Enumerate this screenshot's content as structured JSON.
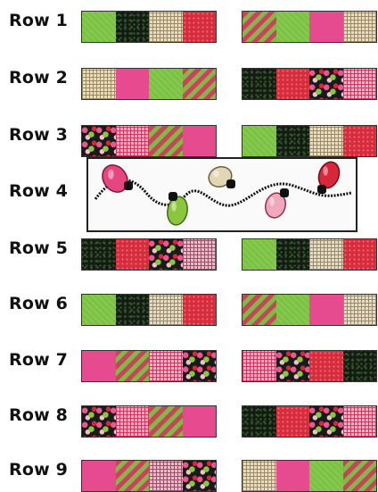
{
  "labels": [
    "Row 1",
    "Row 2",
    "Row 3",
    "Row 4",
    "Row 5",
    "Row 6",
    "Row 7",
    "Row 8",
    "Row 9"
  ],
  "fabrics": {
    "G": {
      "name": "green-fabric",
      "base": "#7cc242",
      "pattern": "tint"
    },
    "B": {
      "name": "black-fabric",
      "base": "#161a14",
      "pattern": "dots",
      "dot": "#2f5a27"
    },
    "T": {
      "name": "tan-check-fabric",
      "base": "#e8dcc2",
      "pattern": "grid",
      "line": "#9a8a62"
    },
    "R": {
      "name": "red-fabric",
      "base": "#d62c3c",
      "pattern": "specks",
      "dot": "#ef7080"
    },
    "S": {
      "name": "stripe-fabric",
      "base": "#c5455a",
      "pattern": "stripe",
      "alt": "#88b54a"
    },
    "P": {
      "name": "pink-fabric",
      "base": "#e64b8f",
      "pattern": "solid"
    },
    "K": {
      "name": "pink-check-fabric",
      "base": "#f2b6c8",
      "pattern": "grid",
      "line": "#d7325a"
    },
    "F": {
      "name": "floral-fabric",
      "base": "#1a1a1a",
      "pattern": "flowers"
    }
  },
  "rows": [
    {
      "left": [
        "G",
        "B",
        "T",
        "R"
      ],
      "right": [
        "S",
        "G",
        "P",
        "T"
      ]
    },
    {
      "left": [
        "T",
        "P",
        "G",
        "S"
      ],
      "right": [
        "B",
        "R",
        "F",
        "K"
      ]
    },
    {
      "left": [
        "F",
        "K",
        "S",
        "P"
      ],
      "right": [
        "G",
        "B",
        "T",
        "R"
      ]
    },
    {
      "banner": {
        "bulbs": [
          "pink",
          "green",
          "tan",
          "pink-check",
          "red"
        ]
      }
    },
    {
      "left": [
        "B",
        "R",
        "F",
        "K"
      ],
      "right": [
        "G",
        "B",
        "T",
        "R"
      ]
    },
    {
      "left": [
        "G",
        "B",
        "T",
        "R"
      ],
      "right": [
        "S",
        "G",
        "P",
        "T"
      ]
    },
    {
      "left": [
        "P",
        "S",
        "K",
        "F"
      ],
      "right": [
        "K",
        "F",
        "R",
        "B"
      ]
    },
    {
      "left": [
        "F",
        "K",
        "S",
        "P"
      ],
      "right": [
        "B",
        "R",
        "F",
        "K"
      ]
    },
    {
      "left": [
        "P",
        "S",
        "K",
        "F"
      ],
      "right": [
        "T",
        "P",
        "G",
        "S"
      ]
    }
  ],
  "bulb_colors": {
    "pink": {
      "fill": "#e6467f",
      "stroke": "#7a1a3a"
    },
    "green": {
      "fill": "#8cc63f",
      "stroke": "#3e6a18"
    },
    "tan": {
      "fill": "#e3d6b4",
      "stroke": "#6d5f3d"
    },
    "pink-check": {
      "fill": "#f0a8bc",
      "stroke": "#9a2a48"
    },
    "red": {
      "fill": "#d7283a",
      "stroke": "#6f0f18"
    }
  }
}
